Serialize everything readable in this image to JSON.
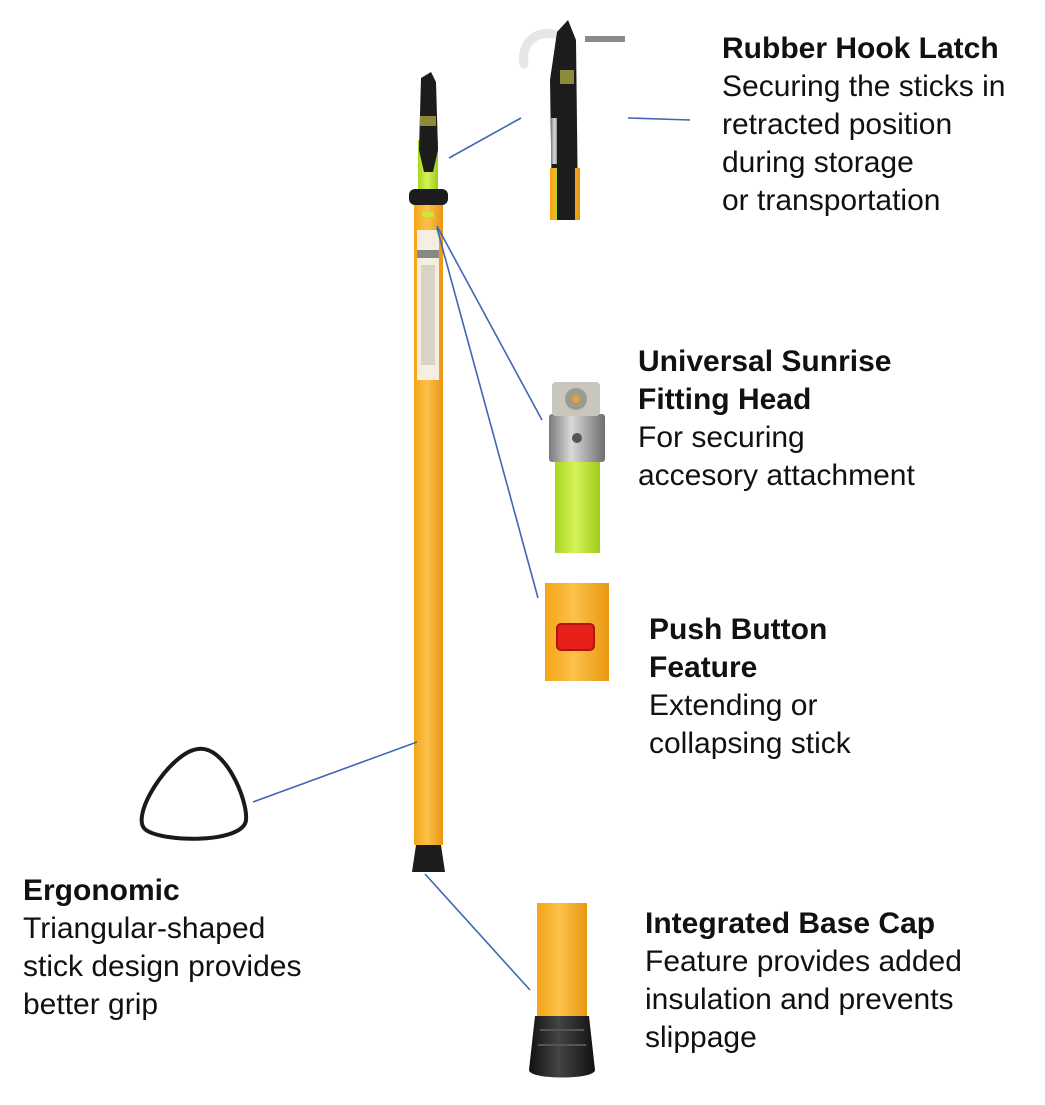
{
  "colors": {
    "stick_orange": "#f3a521",
    "stick_lime": "#b7e02c",
    "cap_black": "#1c1c1c",
    "leader_blue": "#3f67b5",
    "push_red": "#e8201a"
  },
  "features": [
    {
      "id": "rubber-hook-latch",
      "title": "Rubber Hook Latch",
      "lines": [
        "Securing the sticks in",
        "retracted position",
        "during storage",
        "or transportation"
      ]
    },
    {
      "id": "fitting-head",
      "title_lines": [
        "Universal Sunrise",
        "Fitting Head"
      ],
      "lines": [
        "For securing",
        "accesory attachment"
      ]
    },
    {
      "id": "push-button",
      "title_lines": [
        "Push Button",
        "Feature"
      ],
      "lines": [
        "Extending or",
        "collapsing stick"
      ]
    },
    {
      "id": "ergonomic",
      "title": "Ergonomic",
      "lines": [
        "Triangular-shaped",
        "stick design provides",
        "better grip"
      ]
    },
    {
      "id": "base-cap",
      "title": "Integrated Base Cap",
      "lines": [
        "Feature provides added",
        "insulation and prevents",
        "slippage"
      ]
    }
  ]
}
